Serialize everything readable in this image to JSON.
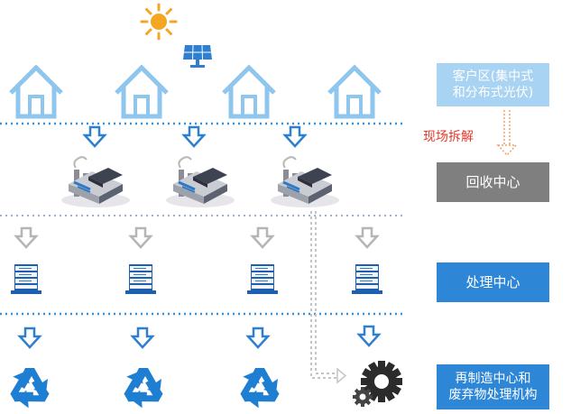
{
  "labels": {
    "customer_line1": "客户区(集中式",
    "customer_line2": "和分布式光伏)",
    "dismantle": "现场拆解",
    "recycle_center": "回收中心",
    "process_center": "处理中心",
    "reman_line1": "再制造中心和",
    "reman_line2": "废弃物处理机构"
  },
  "colors": {
    "house": "#8ec6ee",
    "dotted_line": "#3a8fd6",
    "arrow_blue": "#2e7fd0",
    "arrow_gray": "#b5b5b5",
    "customer_box": "#a9d3f2",
    "recycle_box": "#7f7f7f",
    "process_box": "#2e86d6",
    "reman_box": "#2e86d6",
    "dismantle_text": "#e23a2b",
    "sun": "#f5a623",
    "recycle_icon": "#1e7fd2"
  },
  "icons": [
    "sun-icon",
    "solar-panel-icon",
    "house-icon",
    "factory-icon",
    "server-rack-icon",
    "recycle-icon",
    "gear-icon",
    "arrow-down-icon"
  ]
}
